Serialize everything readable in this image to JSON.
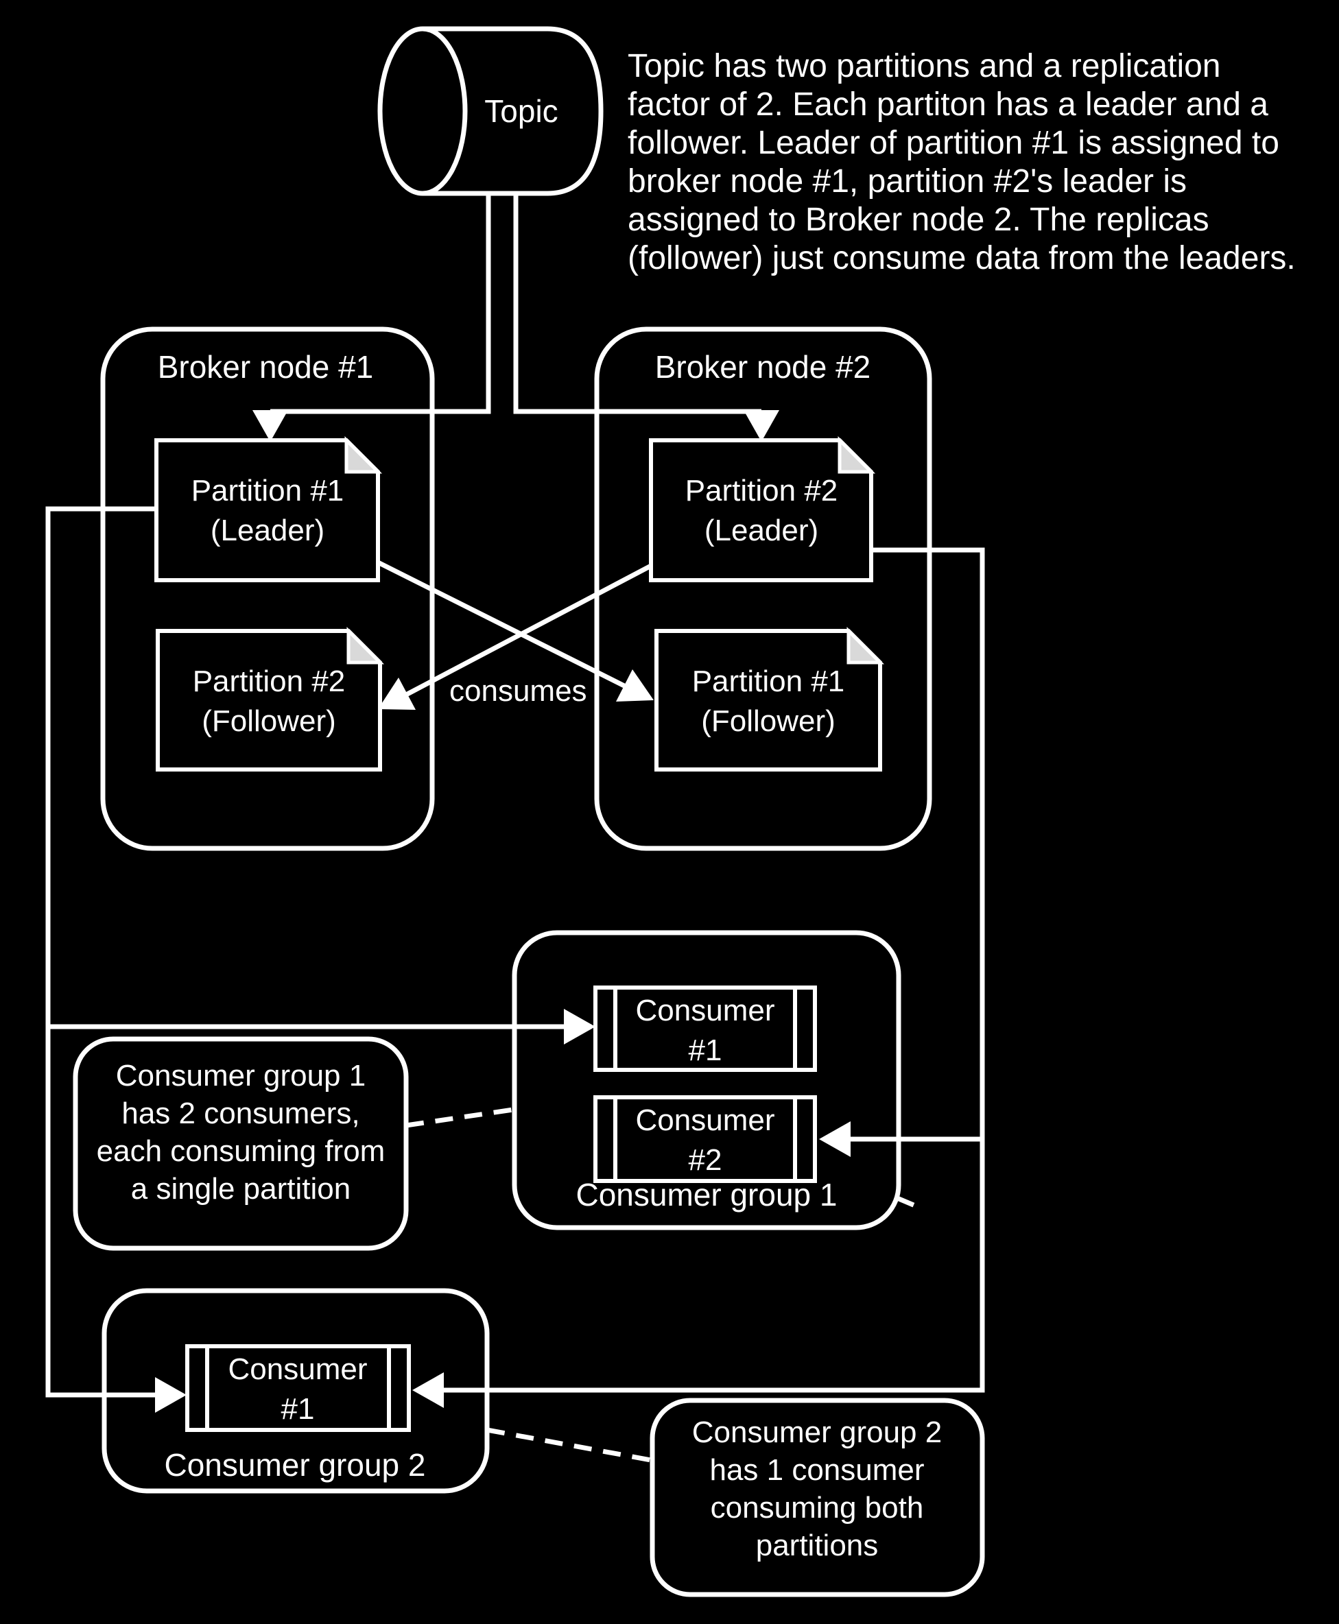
{
  "colors": {
    "background": "#000000",
    "stroke": "#ffffff",
    "fold_fill": "#d9d9d9"
  },
  "description": {
    "lines": [
      "Topic has two partitions and a replication",
      "factor of 2. Each partiton has a leader and a",
      "follower. Leader of partition #1 is assigned to",
      "broker node #1, partition #2's leader is",
      "assigned to Broker node 2. The replicas",
      "(follower) just consume data from the leaders."
    ]
  },
  "topic": {
    "label": "Topic"
  },
  "brokers": [
    {
      "title": "Broker node #1",
      "partitions": [
        {
          "name": "Partition #1",
          "role": "(Leader)"
        },
        {
          "name": "Partition #2",
          "role": "(Follower)"
        }
      ]
    },
    {
      "title": "Broker node #2",
      "partitions": [
        {
          "name": "Partition #2",
          "role": "(Leader)"
        },
        {
          "name": "Partition #1",
          "role": "(Follower)"
        }
      ]
    }
  ],
  "edges": {
    "consumes_label": "consumes"
  },
  "consumer_groups": [
    {
      "title": "Consumer group 1",
      "consumers": [
        {
          "name": "Consumer",
          "id": "#1"
        },
        {
          "name": "Consumer",
          "id": "#2"
        }
      ]
    },
    {
      "title": "Consumer group 2",
      "consumers": [
        {
          "name": "Consumer",
          "id": "#1"
        }
      ]
    }
  ],
  "annotations": [
    {
      "lines": [
        "Consumer group 1",
        "has 2 consumers,",
        "each consuming from",
        "a single partition"
      ]
    },
    {
      "lines": [
        "Consumer group 2",
        "has 1 consumer",
        "consuming both",
        "partitions"
      ]
    }
  ]
}
